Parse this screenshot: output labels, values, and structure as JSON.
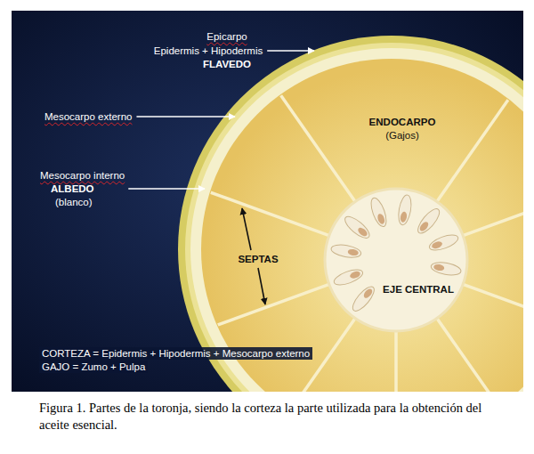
{
  "diagram": {
    "caption": "Figura 1. Partes de la toronja, siendo la corteza la parte utilizada para la obtención del aceite esencial.",
    "labels": [
      "Epicarpo",
      "Epidermis + Hipodermis",
      "FLAVEDO",
      "Mesocarpo externo",
      "Mesocarpo interno",
      "ALBEDO",
      "(blanco)",
      "ENDOCARPO",
      "(Gajos)",
      "SEPTAS",
      "EJE CENTRAL",
      "CORTEZA = Epidermis + Hipodermis + Mesocarpo externo",
      "GAJO = Zumo + Pulpa"
    ]
  }
}
